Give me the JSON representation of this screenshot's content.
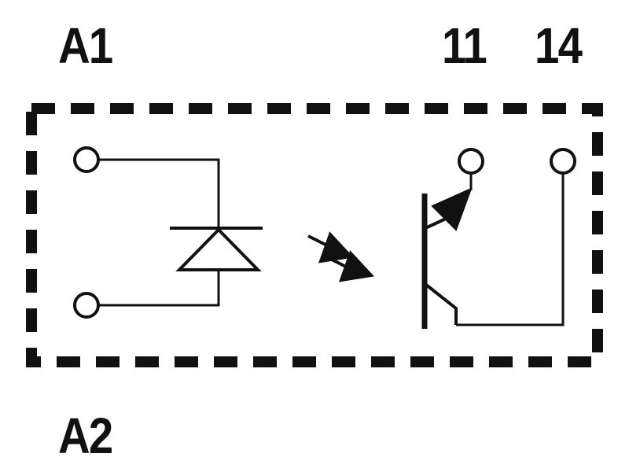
{
  "labels": {
    "a1": "A1",
    "a2": "A2",
    "t11": "11",
    "t14": "14"
  },
  "colors": {
    "ink": "#111111",
    "background": "#ffffff"
  }
}
